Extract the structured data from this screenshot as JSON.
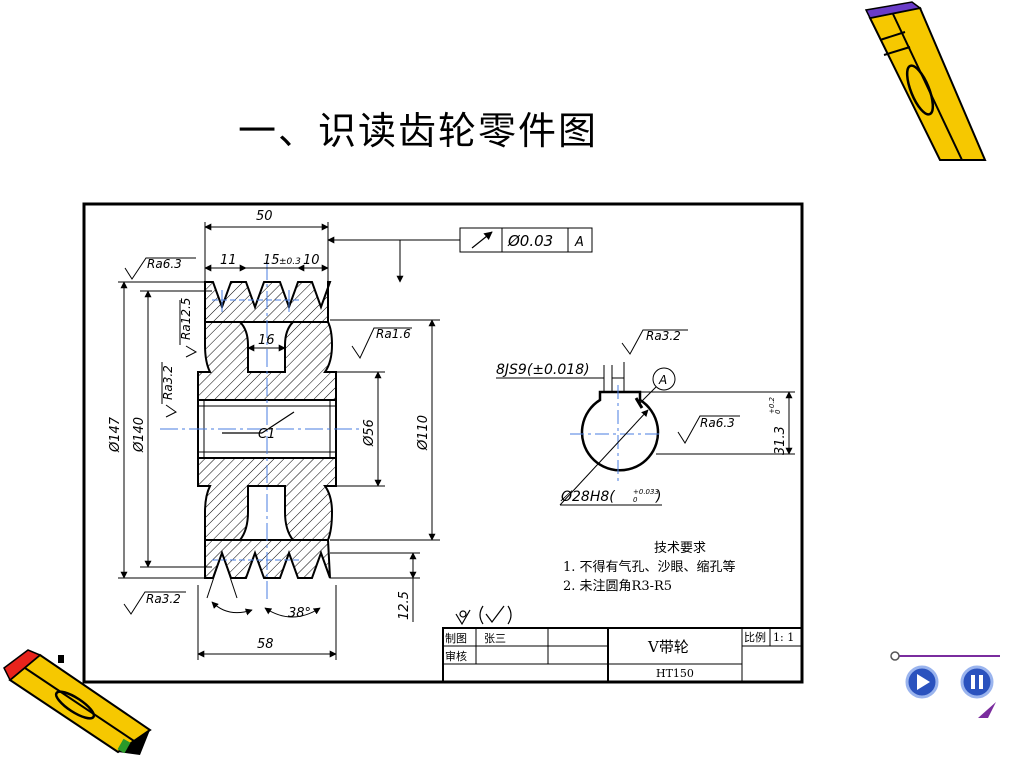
{
  "title": "一、识读齿轮零件图",
  "drawing": {
    "dims": {
      "width_50": "50",
      "d11": "11",
      "d15": "15",
      "tol_015": "±0.3",
      "d10": "10",
      "d16": "16",
      "chamfer": "C1",
      "dia56": "Ø56",
      "dia110": "Ø110",
      "dia147": "Ø147",
      "dia140": "Ø140",
      "d58": "58",
      "angle": "38°",
      "d12_5": "12.5",
      "keyway": "8JS9(±0.018)",
      "bore": "Ø28H8(",
      "bore_tol_top": "+0.033",
      "bore_tol_bottom": "0",
      "bore_close": ")",
      "depth": "31.3",
      "depth_tol_top": "+0.2",
      "depth_tol_bottom": "0"
    },
    "roughness": {
      "r1": "Ra6.3",
      "r2": "Ra12.5",
      "r3": "Ra3.2",
      "r4": "Ra1.6",
      "r5": "Ra3.2",
      "r6": "Ra3.2",
      "r7": "Ra6.3"
    },
    "tolerance_frame": {
      "value": "Ø0.03",
      "datum": "A"
    },
    "datum_label": "A",
    "tech_req": {
      "heading": "技术要求",
      "line1": "1. 不得有气孔、沙眼、缩孔等",
      "line2": "2. 未注圆角R3-R5"
    },
    "title_block": {
      "draw_label": "制图",
      "drawer": "张三",
      "check_label": "审核",
      "part_name": "V带轮",
      "scale_label": "比例",
      "scale": "1: 1",
      "material": "HT150"
    }
  },
  "nav": {
    "play_icon": "play-icon",
    "pause_icon": "pause-icon"
  },
  "colors": {
    "pencil_yellow": "#f6c800",
    "pencil_red": "#e8241c",
    "nav_blue": "#2a52be",
    "nav_line": "#7a2c9e",
    "center_line": "#4a7ee0"
  }
}
